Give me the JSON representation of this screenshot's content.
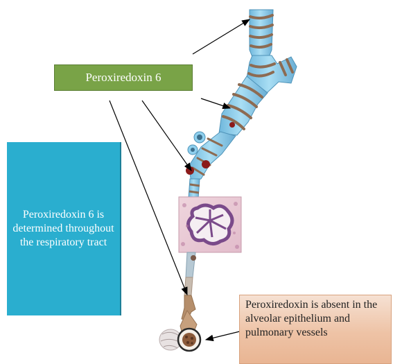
{
  "title_label": "Peroxiredoxin 6",
  "info_text": "Peroxiredoxin 6 is determined throughout the respiratory tract",
  "absent_text": "Peroxiredoxin is absent in the alveolar epithelium and pulmonary vessels",
  "colors": {
    "title_box": "#79a347",
    "info_box": "#2aaecf",
    "absent_box": "#eec3a6",
    "airway": "#8fd0ee",
    "airway_band": "#8d6b52",
    "spots": "#8b1a1a",
    "arrows": "#000000"
  },
  "icons": [
    "airway-illustration",
    "histology-micrograph",
    "alveolus-icon",
    "arrow-icon"
  ]
}
